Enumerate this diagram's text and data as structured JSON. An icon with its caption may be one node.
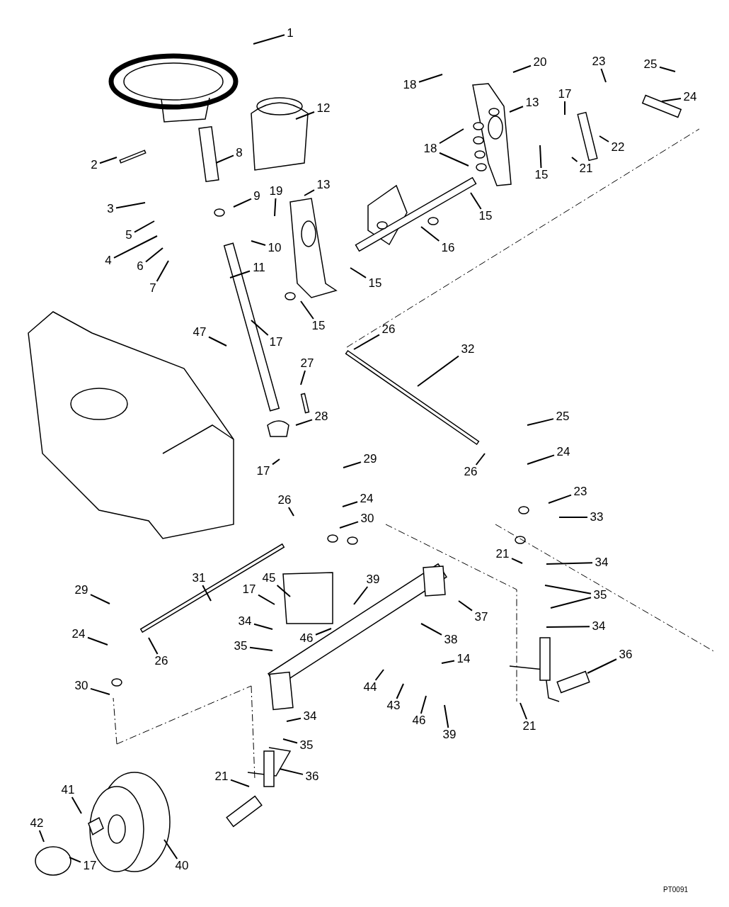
{
  "diagram": {
    "nodes": [
      {
        "text": [
          "1"
        ]
      },
      {
        "text": [
          "2"
        ]
      },
      {
        "text": [
          "3"
        ]
      },
      {
        "text": [
          "5"
        ]
      },
      {
        "text": [
          "4"
        ]
      },
      {
        "text": [
          "6"
        ]
      },
      {
        "text": [
          "7"
        ]
      },
      {
        "text": [
          "8"
        ]
      },
      {
        "text": [
          "9"
        ]
      },
      {
        "text": [
          "12"
        ]
      },
      {
        "text": [
          "19"
        ]
      },
      {
        "text": [
          "13"
        ]
      },
      {
        "text": [
          "10"
        ]
      },
      {
        "text": [
          "11"
        ]
      },
      {
        "text": [
          "15"
        ]
      },
      {
        "text": [
          "15"
        ]
      },
      {
        "text": [
          "17"
        ]
      },
      {
        "text": [
          "47"
        ]
      },
      {
        "text": [
          "18"
        ]
      },
      {
        "text": [
          "20"
        ]
      },
      {
        "text": [
          "13"
        ]
      },
      {
        "text": [
          "18"
        ]
      },
      {
        "text": [
          "16"
        ]
      },
      {
        "text": [
          "15"
        ]
      },
      {
        "text": [
          "15"
        ]
      },
      {
        "text": [
          "17"
        ]
      },
      {
        "text": [
          "23"
        ]
      },
      {
        "text": [
          "25"
        ]
      },
      {
        "text": [
          "24"
        ]
      },
      {
        "text": [
          "22"
        ]
      },
      {
        "text": [
          "21"
        ]
      },
      {
        "text": [
          "26"
        ]
      },
      {
        "text": [
          "32"
        ]
      },
      {
        "text": [
          "27"
        ]
      },
      {
        "text": [
          "28"
        ]
      },
      {
        "text": [
          "25"
        ]
      },
      {
        "text": [
          "24"
        ]
      },
      {
        "text": [
          "26"
        ]
      },
      {
        "text": [
          "17"
        ]
      },
      {
        "text": [
          "29"
        ]
      },
      {
        "text": [
          "24"
        ]
      },
      {
        "text": [
          "30"
        ]
      },
      {
        "text": [
          "23"
        ]
      },
      {
        "text": [
          "26"
        ]
      },
      {
        "text": [
          "33"
        ]
      },
      {
        "text": [
          "21"
        ]
      },
      {
        "text": [
          "34"
        ]
      },
      {
        "text": [
          "35"
        ]
      },
      {
        "text": [
          "31"
        ]
      },
      {
        "text": [
          "45"
        ]
      },
      {
        "text": [
          "17"
        ]
      },
      {
        "text": [
          "39"
        ]
      },
      {
        "text": [
          "37"
        ]
      },
      {
        "text": [
          "34"
        ]
      },
      {
        "text": [
          "34"
        ]
      },
      {
        "text": [
          "46"
        ]
      },
      {
        "text": [
          "38"
        ]
      },
      {
        "text": [
          "35"
        ]
      },
      {
        "text": [
          "29"
        ]
      },
      {
        "text": [
          "24"
        ]
      },
      {
        "text": [
          "26"
        ]
      },
      {
        "text": [
          "14"
        ]
      },
      {
        "text": [
          "36"
        ]
      },
      {
        "text": [
          "44"
        ]
      },
      {
        "text": [
          "43"
        ]
      },
      {
        "text": [
          "30"
        ]
      },
      {
        "text": [
          "46"
        ]
      },
      {
        "text": [
          "39"
        ]
      },
      {
        "text": [
          "34"
        ]
      },
      {
        "text": [
          "21"
        ]
      },
      {
        "text": [
          "35"
        ]
      },
      {
        "text": [
          "36"
        ]
      },
      {
        "text": [
          "21"
        ]
      },
      {
        "text": [
          "41"
        ]
      },
      {
        "text": [
          "42"
        ]
      },
      {
        "text": [
          "17"
        ]
      },
      {
        "text": [
          "40"
        ]
      }
    ],
    "edges": [
      {
        "from": 0,
        "to": null,
        "arrow": "none"
      },
      {
        "from": 1,
        "to": null,
        "arrow": "none"
      },
      {
        "from": 2,
        "to": null,
        "arrow": "none"
      },
      {
        "from": 3,
        "to": null,
        "arrow": "none"
      },
      {
        "from": 4,
        "to": null,
        "arrow": "none"
      },
      {
        "from": 5,
        "to": null,
        "arrow": "none"
      },
      {
        "from": 6,
        "to": null,
        "arrow": "none"
      },
      {
        "from": 7,
        "to": null,
        "arrow": "none"
      },
      {
        "from": 8,
        "to": null,
        "arrow": "none"
      },
      {
        "from": 9,
        "to": null,
        "arrow": "none"
      },
      {
        "from": 10,
        "to": null,
        "arrow": "none"
      },
      {
        "from": 11,
        "to": null,
        "arrow": "none"
      },
      {
        "from": 12,
        "to": null,
        "arrow": "none"
      },
      {
        "from": 13,
        "to": null,
        "arrow": "none"
      },
      {
        "from": 14,
        "to": null,
        "arrow": "none"
      },
      {
        "from": 15,
        "to": null,
        "arrow": "none"
      },
      {
        "from": 16,
        "to": null,
        "arrow": "none"
      },
      {
        "from": 17,
        "to": null,
        "arrow": "none"
      },
      {
        "from": 18,
        "to": null,
        "arrow": "none"
      },
      {
        "from": 19,
        "to": null,
        "arrow": "none"
      },
      {
        "from": 20,
        "to": null,
        "arrow": "none"
      },
      {
        "from": 21,
        "to": null,
        "arrow": "none"
      },
      {
        "from": 21,
        "to": null,
        "arrow": "none"
      },
      {
        "from": 22,
        "to": null,
        "arrow": "none"
      },
      {
        "from": 23,
        "to": null,
        "arrow": "none"
      },
      {
        "from": 24,
        "to": null,
        "arrow": "none"
      },
      {
        "from": 25,
        "to": null,
        "arrow": "none"
      },
      {
        "from": 26,
        "to": null,
        "arrow": "none"
      },
      {
        "from": 27,
        "to": null,
        "arrow": "none"
      },
      {
        "from": 28,
        "to": null,
        "arrow": "none"
      },
      {
        "from": 29,
        "to": null,
        "arrow": "none"
      },
      {
        "from": 30,
        "to": null,
        "arrow": "none"
      },
      {
        "from": 31,
        "to": null,
        "arrow": "none"
      },
      {
        "from": 32,
        "to": null,
        "arrow": "none"
      },
      {
        "from": 33,
        "to": null,
        "arrow": "none"
      },
      {
        "from": 34,
        "to": null,
        "arrow": "none"
      },
      {
        "from": 35,
        "to": null,
        "arrow": "none"
      },
      {
        "from": 36,
        "to": null,
        "arrow": "none"
      },
      {
        "from": 37,
        "to": null,
        "arrow": "none"
      },
      {
        "from": 38,
        "to": null,
        "arrow": "none"
      },
      {
        "from": 39,
        "to": null,
        "arrow": "none"
      },
      {
        "from": 40,
        "to": null,
        "arrow": "none"
      },
      {
        "from": 41,
        "to": null,
        "arrow": "none"
      },
      {
        "from": 42,
        "to": null,
        "arrow": "none"
      },
      {
        "from": 43,
        "to": null,
        "arrow": "none"
      },
      {
        "from": 44,
        "to": null,
        "arrow": "none"
      },
      {
        "from": 45,
        "to": null,
        "arrow": "none"
      },
      {
        "from": 46,
        "to": null,
        "arrow": "none"
      },
      {
        "from": 47,
        "to": null,
        "arrow": "none"
      },
      {
        "from": 47,
        "to": null,
        "arrow": "none"
      },
      {
        "from": 48,
        "to": null,
        "arrow": "none"
      },
      {
        "from": 49,
        "to": null,
        "arrow": "none"
      },
      {
        "from": 50,
        "to": null,
        "arrow": "none"
      },
      {
        "from": 51,
        "to": null,
        "arrow": "none"
      },
      {
        "from": 52,
        "to": null,
        "arrow": "none"
      },
      {
        "from": 53,
        "to": null,
        "arrow": "none"
      },
      {
        "from": 54,
        "to": null,
        "arrow": "none"
      },
      {
        "from": 55,
        "to": null,
        "arrow": "none"
      },
      {
        "from": 56,
        "to": null,
        "arrow": "none"
      },
      {
        "from": 57,
        "to": null,
        "arrow": "none"
      },
      {
        "from": 58,
        "to": null,
        "arrow": "none"
      },
      {
        "from": 59,
        "to": null,
        "arrow": "none"
      },
      {
        "from": 60,
        "to": null,
        "arrow": "none"
      },
      {
        "from": 61,
        "to": null,
        "arrow": "none"
      },
      {
        "from": 62,
        "to": null,
        "arrow": "none"
      },
      {
        "from": 63,
        "to": null,
        "arrow": "none"
      },
      {
        "from": 64,
        "to": null,
        "arrow": "none"
      },
      {
        "from": 65,
        "to": null,
        "arrow": "none"
      },
      {
        "from": 66,
        "to": null,
        "arrow": "none"
      },
      {
        "from": 67,
        "to": null,
        "arrow": "none"
      },
      {
        "from": 68,
        "to": null,
        "arrow": "none"
      },
      {
        "from": 69,
        "to": null,
        "arrow": "none"
      },
      {
        "from": 70,
        "to": null,
        "arrow": "none"
      },
      {
        "from": 71,
        "to": null,
        "arrow": "none"
      },
      {
        "from": 72,
        "to": null,
        "arrow": "none"
      },
      {
        "from": 73,
        "to": null,
        "arrow": "none"
      },
      {
        "from": 74,
        "to": null,
        "arrow": "none"
      },
      {
        "from": 75,
        "to": null,
        "arrow": "none"
      },
      {
        "from": 76,
        "to": null,
        "arrow": "none"
      }
    ],
    "labels": [
      "PT0091"
    ]
  }
}
